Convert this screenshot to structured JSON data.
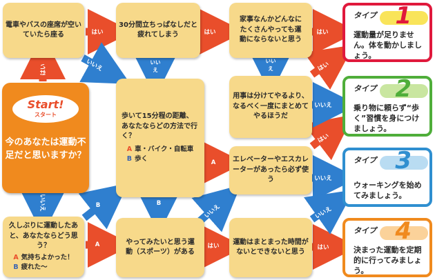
{
  "labels": {
    "hai": "はい",
    "iie": "いいえ",
    "a": "A",
    "b": "B"
  },
  "start": {
    "title": "Start!",
    "subtitle": "スタート",
    "question": "今のあなたは運動不足だと思いますか？"
  },
  "questions": {
    "q1": "電車やバスの座席が空いていたら座る",
    "q2": "30分間立ちっぱなしだと疲れてしまう",
    "q3": "家事なんかどんなにたくさんやっても運動にならないと思う",
    "q4": "歩いて15分程の距離、あなたならどの方法で行く？",
    "q4_a": "車・バイク・自転車",
    "q4_b": "歩く",
    "q5": "用事は分けてやるより、なるべく一度にまとめてやるほうだ",
    "q6": "エレベーターやエスカレーターがあったら必ず使う",
    "q7": "久しぶりに運動したあと、あなたならどう思う？",
    "q7_a": "気持ちよかった！",
    "q7_b": "疲れた〜",
    "q8": "やってみたいと思う運動（スポーツ）がある",
    "q9": "運動はまとまった時間がないとできないと思う"
  },
  "types": [
    {
      "label": "タイプ",
      "number": "1",
      "message": "運動量が足りません。体を動かしましょう。",
      "color": "#e0193c"
    },
    {
      "label": "タイプ",
      "number": "2",
      "message": "乗り物に頼らず“歩く”習慣を身につけましょう。",
      "color": "#4fae3a"
    },
    {
      "label": "タイプ",
      "number": "3",
      "message": "ウォーキングを始めてみましょう。",
      "color": "#2f8fd0"
    },
    {
      "label": "タイプ",
      "number": "4",
      "message": "決まった運動を定期的に行ってみましょう。",
      "color": "#f08a1e"
    }
  ],
  "colors": {
    "yes": "#e94e2b",
    "no": "#2f7fcf",
    "box": "#f7d98a",
    "start": "#f08a1e"
  }
}
